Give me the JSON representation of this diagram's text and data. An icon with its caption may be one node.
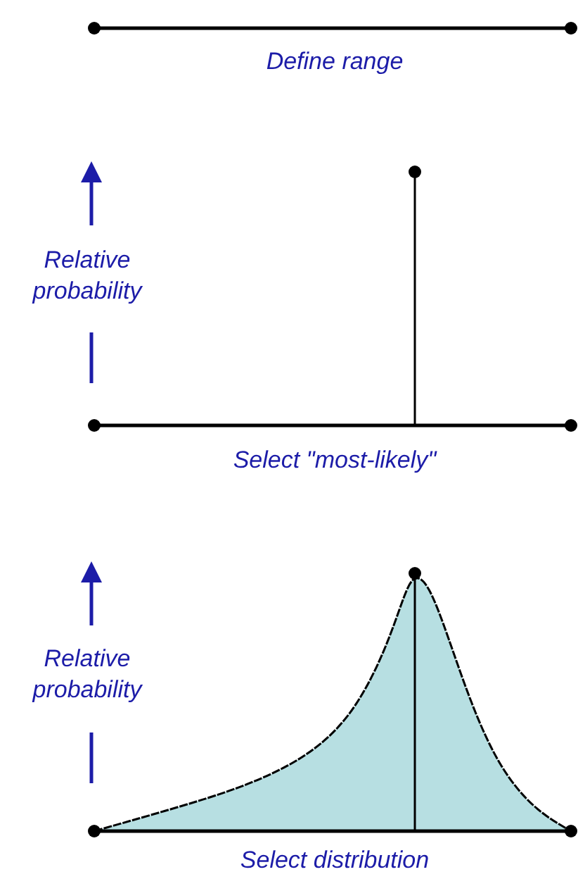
{
  "diagram": {
    "labels": [
      "Define range",
      "Relative probability",
      "Select \"most-likely\"",
      "Relative probability",
      "Select distribution"
    ]
  }
}
